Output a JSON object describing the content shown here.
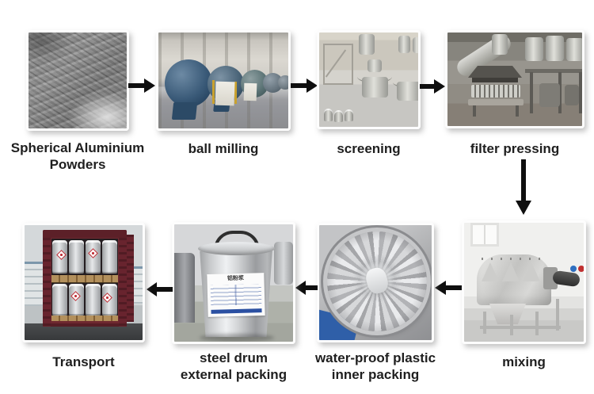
{
  "page": {
    "background": "#ffffff"
  },
  "diagram": {
    "type": "process-flow",
    "steps": [
      {
        "id": "spherical-aluminium-powders",
        "label": "Spherical Aluminium Powders"
      },
      {
        "id": "ball-milling",
        "label": "ball milling"
      },
      {
        "id": "screening",
        "label": "screening"
      },
      {
        "id": "filter-pressing",
        "label": "filter pressing"
      },
      {
        "id": "mixing",
        "label": "mixing"
      },
      {
        "id": "water-proof-plastic-inner-packing",
        "label": "water-proof plastic inner packing"
      },
      {
        "id": "steel-drum-external-packing",
        "label": "steel drum external packing"
      },
      {
        "id": "transport",
        "label": "Transport"
      }
    ],
    "connections": [
      {
        "from": "spherical-aluminium-powders",
        "to": "ball-milling",
        "direction": "right"
      },
      {
        "from": "ball-milling",
        "to": "screening",
        "direction": "right"
      },
      {
        "from": "screening",
        "to": "filter-pressing",
        "direction": "right"
      },
      {
        "from": "filter-pressing",
        "to": "mixing",
        "direction": "down"
      },
      {
        "from": "mixing",
        "to": "water-proof-plastic-inner-packing",
        "direction": "left"
      },
      {
        "from": "water-proof-plastic-inner-packing",
        "to": "steel-drum-external-packing",
        "direction": "left"
      },
      {
        "from": "steel-drum-external-packing",
        "to": "transport",
        "direction": "left"
      }
    ],
    "drum_label": {
      "title": "铝粉浆"
    },
    "colors": {
      "arrow": "#0f0f0f",
      "label_text": "#1f1f1f",
      "container_red": "#6e2830",
      "mill_blue": "#3a5a78",
      "pallet_wood": "#b3905c",
      "inner_pack_blue": "#2f5fa8"
    }
  }
}
